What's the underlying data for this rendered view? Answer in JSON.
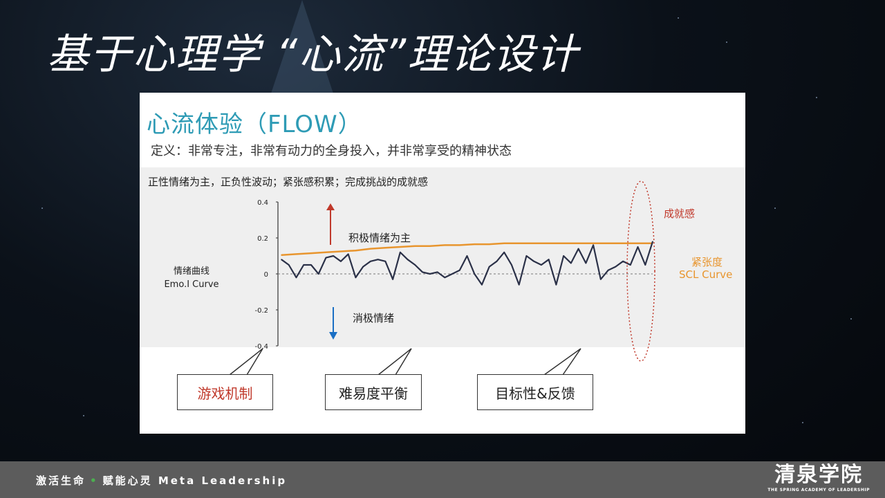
{
  "slide": {
    "title": "基于心理学 “心流”理论设计"
  },
  "panel": {
    "heading": "心流体验（FLOW）",
    "definition": "定义：非常专注，非常有动力的全身投入，并非常享受的精神状态",
    "summary": "正性情绪为主，正负性波动；紧张感积累；完成挑战的成就感"
  },
  "chart_data": {
    "type": "line",
    "title": "",
    "ylabel": "情绪曲线 Emo.I Curve",
    "ylabel_cn": "情绪曲线",
    "ylabel_en": "Emo.I Curve",
    "ylim": [
      -0.4,
      0.4
    ],
    "yticks": [
      "0.4",
      "0.2",
      "0",
      "-0.2",
      "-0.4"
    ],
    "ytick_values": [
      0.4,
      0.2,
      0,
      -0.2,
      -0.4
    ],
    "grid": false,
    "series": [
      {
        "name": "SCL Curve",
        "label_cn": "紧张度",
        "label_en": "SCL Curve",
        "color": "#e8952e",
        "values": [
          0.105,
          0.11,
          0.115,
          0.12,
          0.125,
          0.13,
          0.14,
          0.145,
          0.15,
          0.155,
          0.155,
          0.16,
          0.16,
          0.165,
          0.165,
          0.17,
          0.17,
          0.17,
          0.17,
          0.17,
          0.17,
          0.17,
          0.17,
          0.17,
          0.17,
          0.17
        ]
      },
      {
        "name": "Emo.I Curve",
        "color": "#2b3148",
        "values": [
          0.08,
          0.05,
          -0.02,
          0.05,
          0.05,
          0.0,
          0.09,
          0.1,
          0.07,
          0.11,
          -0.02,
          0.04,
          0.07,
          0.08,
          0.07,
          -0.03,
          0.12,
          0.08,
          0.05,
          0.01,
          0.0,
          0.01,
          -0.02,
          0.0,
          0.02,
          0.1,
          0.0,
          -0.06,
          0.04,
          0.07,
          0.12,
          0.05,
          -0.06,
          0.1,
          0.07,
          0.05,
          0.08,
          -0.06,
          0.1,
          0.06,
          0.14,
          0.06,
          0.16,
          -0.03,
          0.02,
          0.04,
          0.07,
          0.05,
          0.15,
          0.05,
          0.18
        ]
      }
    ],
    "annotations": {
      "positive_label": "积极情绪为主",
      "negative_label": "消极情绪",
      "achievement_label": "成就感",
      "arrow_up_color": "#c0392b",
      "arrow_down_color": "#1a6fc4",
      "achievement_color": "#c0392b"
    }
  },
  "callouts": [
    {
      "label": "游戏机制",
      "color": "#c0392b"
    },
    {
      "label": "难易度平衡",
      "color": "#222222"
    },
    {
      "label": "目标性&反馈",
      "color": "#222222"
    }
  ],
  "footer": {
    "slogan_part1": "激活生命",
    "dot": "•",
    "slogan_part2": "赋能心灵 Meta Leadership",
    "brand_name": "清泉学院",
    "brand_sub": "THE SPRING ACADEMY OF LEADERSHIP"
  },
  "colors": {
    "title_accent": "#2e9bb5",
    "background": "#0b1119",
    "footer": "#5c5c5c"
  }
}
